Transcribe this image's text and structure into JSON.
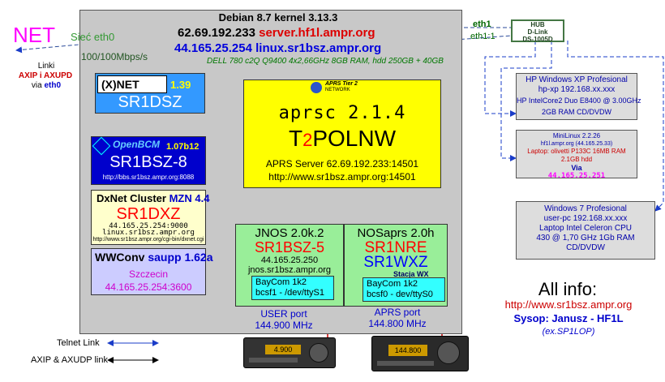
{
  "server": {
    "title": "Debian 8.7 kernel 3.13.3",
    "ip1": "62.69.192.233",
    "host1": "server.hf1l.ampr.org",
    "ip2": "44.165.25.254",
    "host2": "linux.sr1bsz.ampr.org",
    "hardware": "DELL 780 c2Q Q9400 4x2,66GHz  8GB RAM,  hdd 250GB + 40GB"
  },
  "net": {
    "label": "NET",
    "iface": "Sieć eth0",
    "speed": "100/100Mbps/s",
    "links_title": "Linki",
    "links_proto": "AXIP i AXUPD",
    "links_via": "via",
    "links_iface": "eth0"
  },
  "eth": {
    "eth1": "eth1",
    "eth1_1": "eth1:1"
  },
  "hub": {
    "line1": "HUB",
    "line2": "D-Link",
    "line3": "DS-1005D"
  },
  "xnet": {
    "logo": "(X)NET",
    "version": "1.39",
    "callsign": "SR1DSZ"
  },
  "openbcm": {
    "logo": "OpenBCM",
    "version": "1.07b12",
    "callsign": "SR1BSZ-8",
    "url": "http://bbs.sr1bsz.ampr.org:8088"
  },
  "dxnet": {
    "title": "DxNet Cluster",
    "version": "MZN 4.4",
    "callsign": "SR1DXZ",
    "addr": "44.165.25.254:9000",
    "host": "linux.sr1bsz.ampr.org",
    "url": "http://www.sr1bsz.ampr.org/cgi-bin/dxnet.cgi"
  },
  "wwconv": {
    "title": "WWConv",
    "version": "saupp 1.62a",
    "city": "Szczecin",
    "addr": "44.165.25.254:3600"
  },
  "aprsc": {
    "logo_line1": "APRS Tier 2",
    "logo_line2": "NETWORK",
    "title": "aprsc 2.1.4",
    "t2_prefix": "T",
    "t2_digit": "2",
    "t2_suffix": "POLNW",
    "server": "APRS Server 62.69.192.233:14501",
    "url": "http://www.sr1bsz.ampr.org:14501"
  },
  "jnos": {
    "title": "JNOS 2.0k.2",
    "callsign": "SR1BSZ-5",
    "ip": "44.165.25.250",
    "host": "jnos.sr1bsz.ampr.org",
    "baycom_line1": "BayCom 1k2",
    "baycom_line2": "bcsf1 - /dev/ttyS1",
    "port_label": "USER port",
    "port_freq": "144.900 MHz"
  },
  "nosaprs": {
    "title": "NOSaprs 2.0h",
    "callsign1": "SR1NRE",
    "callsign2": "SR1WXZ",
    "stacja": "Stacja WX",
    "baycom_line1": "BayCom 1k2",
    "baycom_line2": "bcsf0 - dev/ttyS0",
    "port_label": "APRS port",
    "port_freq": "144.800 MHz"
  },
  "pc_xp": {
    "line1": "HP Windows XP Profesional",
    "line2": "hp-xp 192.168.xx.xxx",
    "line3": "HP IntelCore2 Duo E8400 @ 3.00GHz",
    "line4": "2GB RAM CD/DVDW"
  },
  "pc_minilinux": {
    "line1": "MiniLinux 2.2.26",
    "line2": "hf1l.ampr.org (44.165.25.33)",
    "line3": "Laptop: olivetti P133C 16MB RAM",
    "line4": "2.1GB hdd",
    "line5": "Via",
    "line6": "44.165.25.251"
  },
  "pc_win7": {
    "line1": "Windows 7 Profesional",
    "line2": "user-pc 192.168.xx.xxx",
    "line3": "Laptop Intel Celeron CPU",
    "line4": "430 @ 1,70 GHz  1Gb RAM",
    "line5": "CD/DVDW"
  },
  "info": {
    "title": "All info:",
    "url": "http://www.sr1bsz.ampr.org",
    "sysop": "Sysop: Janusz - HF1L",
    "ex": "(ex.SP1LOP)"
  },
  "legend": {
    "telnet": "Telnet Link",
    "axip": "AXIP & AXUDP link"
  },
  "radio": {
    "left_display": "4.900",
    "right_display": "144.800"
  },
  "colors": {
    "server_bg": "#c8c8c8",
    "aprsc_bg": "#ffff00",
    "nos_bg": "#99ee99",
    "baycom_bg": "#33ffff",
    "xnet_bg": "#3399ff",
    "openbcm_bg": "#0000cc",
    "dxnet_bg": "#ffffcc",
    "wwconv_bg": "#ccccff",
    "red": "#ff0000",
    "blue": "#0000ff",
    "magenta": "#ff00ff",
    "green": "#009900"
  }
}
